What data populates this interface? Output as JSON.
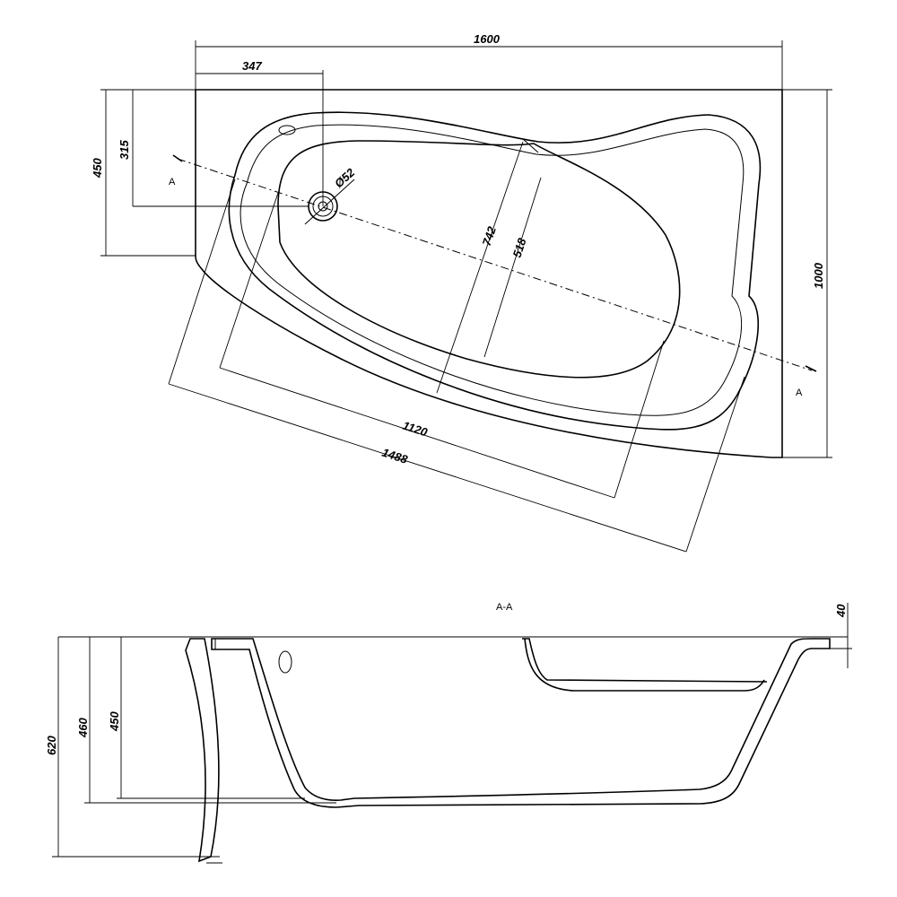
{
  "top_view": {
    "dims": {
      "width": "1600",
      "drain_offset_x": "347",
      "left_depth": "450",
      "drain_offset_y": "315",
      "drain_diameter": "Ø52",
      "inner_width_742": "742",
      "inner_width_518": "518",
      "right_depth": "1000",
      "inner_length": "1120",
      "outer_length": "1488"
    },
    "section_marker_left": "A",
    "section_marker_right": "A"
  },
  "section_view": {
    "title": "A-A",
    "dims": {
      "rim": "40",
      "total_height": "620",
      "height_460": "460",
      "height_450": "450"
    }
  }
}
